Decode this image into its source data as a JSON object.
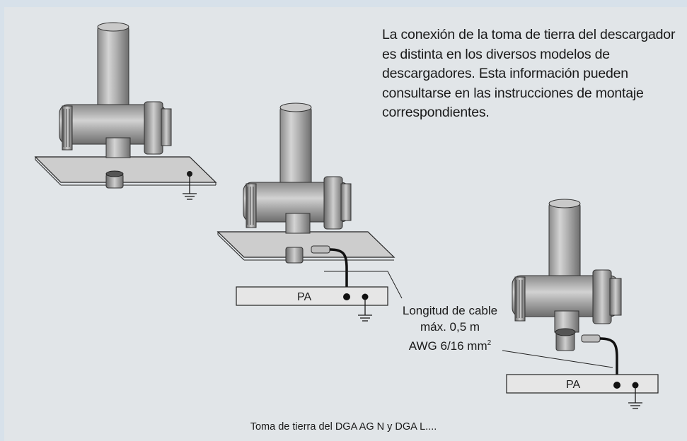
{
  "description": "La conexión de la toma de tierra del descargador es distinta en los diversos modelos de descargadores. Esta información pueden consultarse en las instrucciones de montaje correspondientes.",
  "cable_label": {
    "line1": "Longitud de cable",
    "line2": "máx. 0,5 m",
    "line3": "AWG 6/16 mm",
    "line3_sup": "2"
  },
  "pa_label_1": "PA",
  "pa_label_2": "PA",
  "caption": "Toma de tierra del DGA AG N y DGA L...."
}
